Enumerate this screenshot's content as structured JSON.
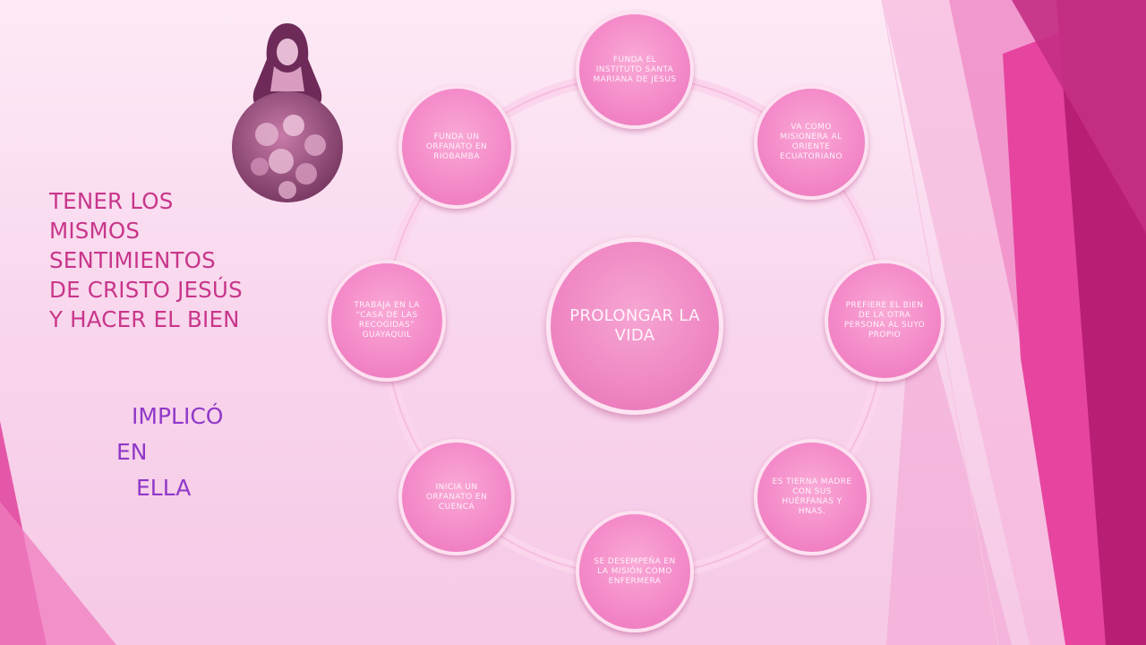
{
  "slide": {
    "title_lines": [
      "TENER LOS",
      "MISMOS",
      "SENTIMIENTOS",
      "DE CRISTO JESÚS",
      "Y HACER EL BIEN"
    ],
    "sub_lines": [
      "IMPLICÓ",
      "EN",
      "ELLA"
    ]
  },
  "diagram": {
    "center": "PROLONGAR LA VIDA",
    "nodes": [
      "FUNDA EL INSTITUTO SANTA MARIANA DE JESUS",
      "VA COMO MISIONERA AL ORIENTE ECUATORIANO",
      "PREFIERE EL BIEN DE LA OTRA PERSONA AL SUYO PROPIO",
      "ES TIERNA MADRE CON SUS HUÉRFANAS Y HNAS.",
      "SE DESEMPEÑA EN LA MISIÓN COMO ENFERMERA",
      "INICIA UN ORFANATO EN CUENCA",
      "TRABAJA EN LA “CASA DE LAS RECOGIDAS” GUAYAQUIL",
      "FUNDA UN ORFANATO EN RIOBAMBA"
    ]
  },
  "colors": {
    "title": "#c8368a",
    "subtitle": "#9038c8",
    "node_fill": "#f48ac9",
    "accent_dark": "#b0186e"
  }
}
